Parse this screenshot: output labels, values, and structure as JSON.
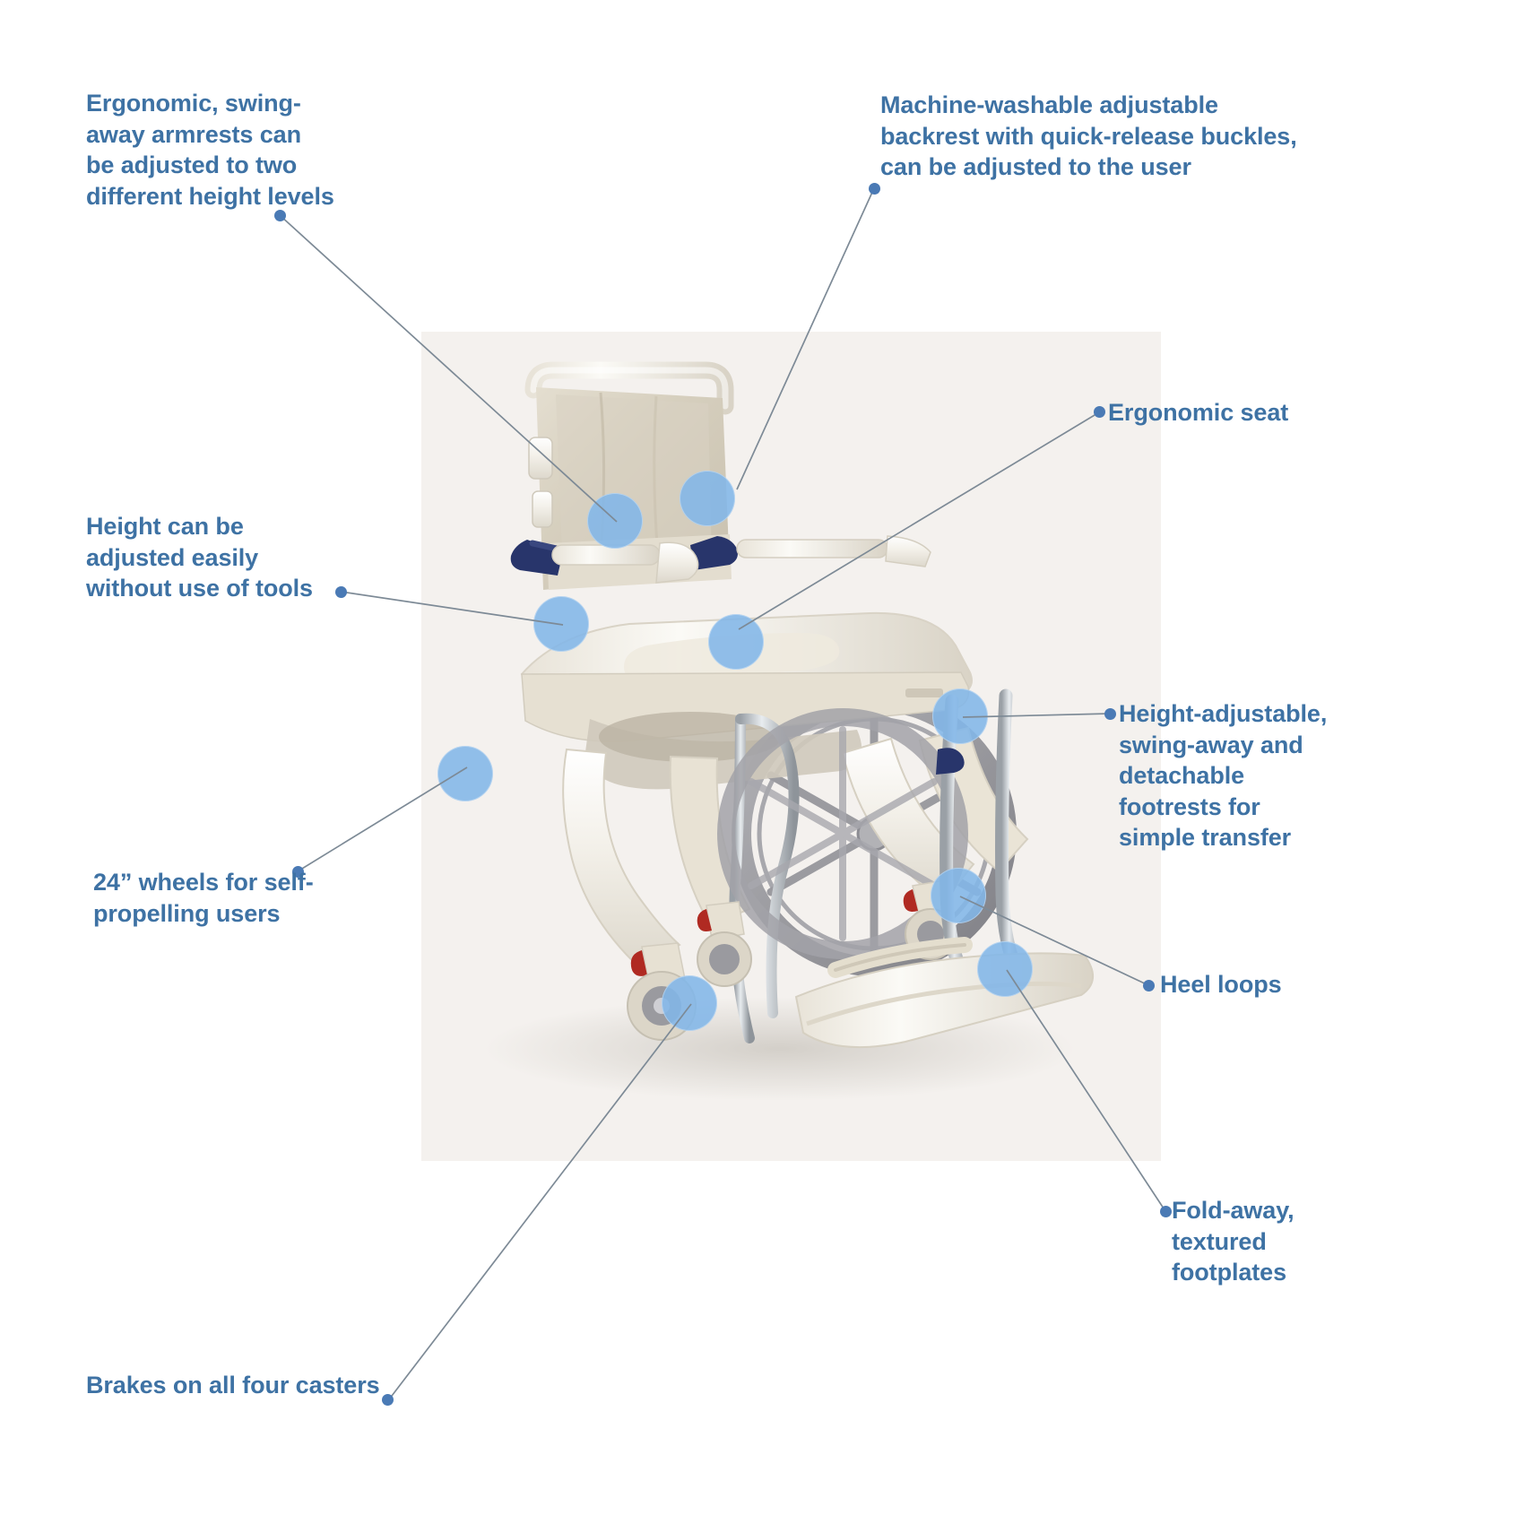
{
  "page": {
    "background_color": "#ffffff",
    "accent_text_color": "#3e72a4",
    "marker_color": "#82b6e8",
    "leader_dot_color": "#4a7ab5",
    "leader_line_color": "#7d8a96",
    "photo_background_color": "#f4f1ee"
  },
  "product": {
    "name": "shower commode wheelchair",
    "alt": "Self-propelled shower commode wheelchair with 24 inch rear wheels, padded backrest, ergonomic seat and swing-away footrests"
  },
  "callouts": [
    {
      "id": "armrests",
      "label": "Ergonomic, swing-\naway armrests can\nbe adjusted to two\ndifferent height levels",
      "marker_name": "armrest-marker"
    },
    {
      "id": "backrest",
      "label": "Machine-washable adjustable\nbackrest with quick-release buckles,\ncan be adjusted to the user",
      "marker_name": "backrest-marker"
    },
    {
      "id": "ergonomic-seat",
      "label": "Ergonomic seat",
      "marker_name": "seat-marker"
    },
    {
      "id": "height-adjust",
      "label": "Height can be\nadjusted easily\nwithout use of tools",
      "marker_name": "height-adjust-marker"
    },
    {
      "id": "footrests",
      "label": "Height-adjustable,\nswing-away and\ndetachable\nfootrests for\nsimple transfer",
      "marker_name": "footrest-marker"
    },
    {
      "id": "wheels",
      "label": "24” wheels for self-\npropelling users",
      "marker_name": "wheel-marker"
    },
    {
      "id": "heel-loops",
      "label": "Heel loops",
      "marker_name": "heel-loop-marker"
    },
    {
      "id": "footplates",
      "label": "Fold-away,\ntextured\nfootplates",
      "marker_name": "footplate-marker"
    },
    {
      "id": "brakes",
      "label": "Brakes on all four casters",
      "marker_name": "caster-brake-marker"
    }
  ]
}
